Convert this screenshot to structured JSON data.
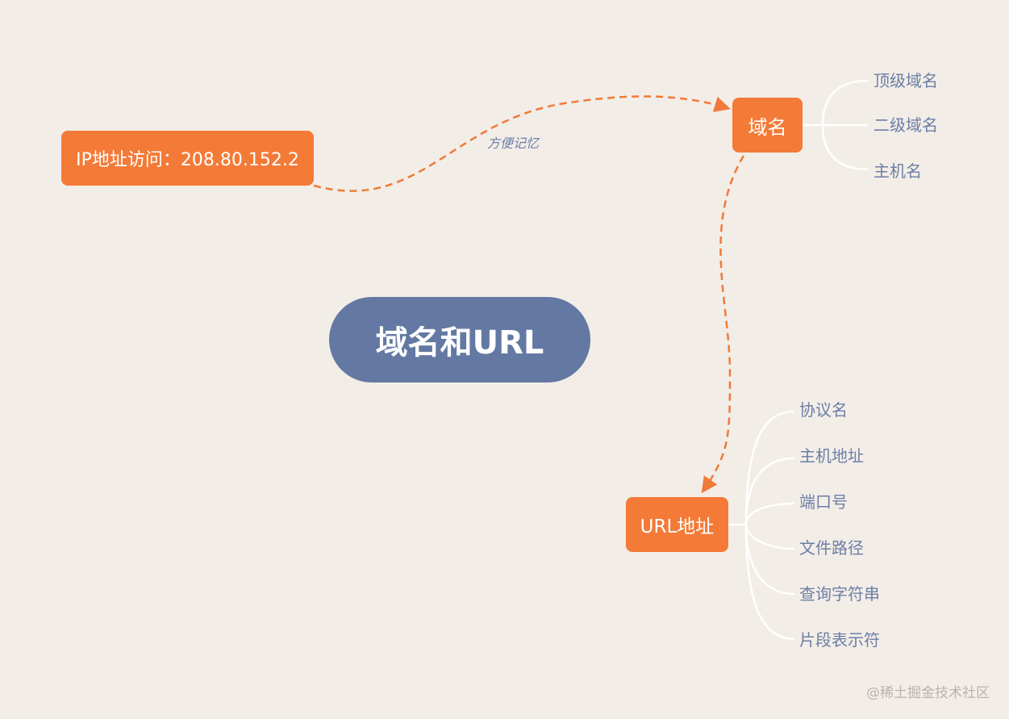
{
  "root": {
    "label": "域名和URL"
  },
  "ip_node": {
    "label": "IP地址访问：208.80.152.2"
  },
  "domain_node": {
    "label": "域名",
    "children": [
      "顶级域名",
      "二级域名",
      "主机名"
    ]
  },
  "url_node": {
    "label": "URL地址",
    "children": [
      "协议名",
      "主机地址",
      "端口号",
      "文件路径",
      "查询字符串",
      "片段表示符"
    ]
  },
  "edge_label": "方便记忆",
  "watermark": "@稀土掘金技术社区",
  "colors": {
    "background": "#f3ede7",
    "root": "#6379a3",
    "node": "#f47a37",
    "leaf_text": "#6b7fa6",
    "connector": "#ffffff",
    "dashed_arrow": "#ef7a3a"
  }
}
